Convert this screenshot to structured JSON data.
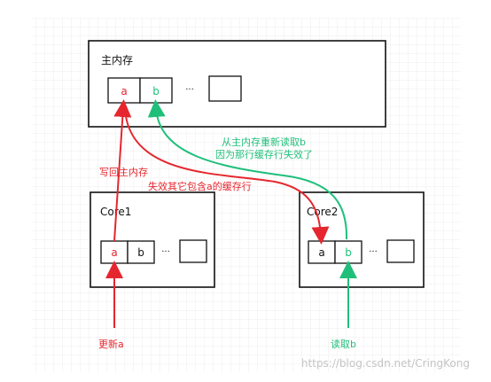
{
  "main_memory": {
    "title": "主内存",
    "cell_a": "a",
    "cell_b": "b",
    "ellipsis": "···"
  },
  "core1": {
    "title": "Core1",
    "cell_a": "a",
    "cell_b": "b",
    "ellipsis": "···"
  },
  "core2": {
    "title": "Core2",
    "cell_a": "a",
    "cell_b": "b",
    "ellipsis": "···"
  },
  "annotations": {
    "write_back": "写回主内存",
    "invalidate": "失效其它包含a的缓存行",
    "reread_line1": "从主内存重新读取b",
    "reread_line2": "因为那行缓存行失效了",
    "update_a": "更新a",
    "read_b": "读取b"
  },
  "watermark": "https://blog.csdn.net/CringKong",
  "colors": {
    "red": "#e6262e",
    "green": "#1fbf7a",
    "box_stroke": "#111111",
    "grid": "#eeeeee",
    "watermark": "#c4c4c4"
  }
}
